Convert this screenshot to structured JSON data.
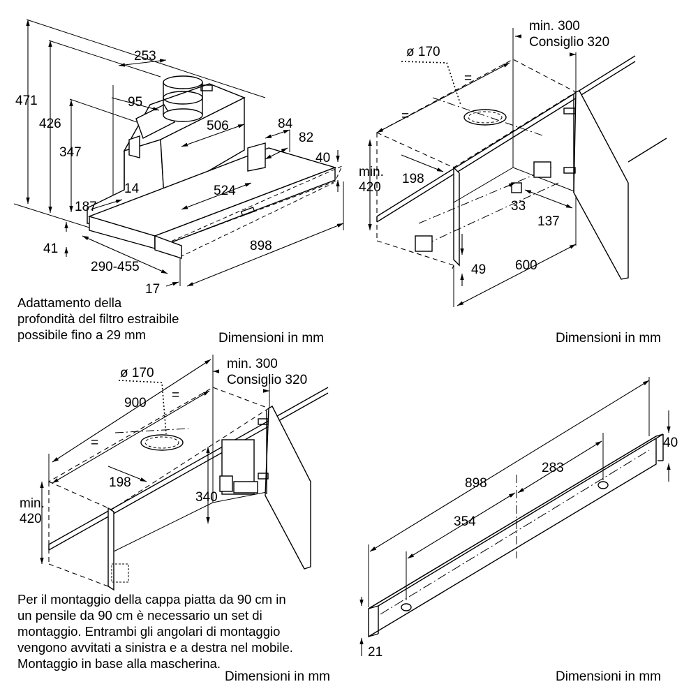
{
  "q1": {
    "dims": {
      "d471": "471",
      "d426": "426",
      "d347": "347",
      "d253": "253",
      "d95": "95",
      "d506": "506",
      "d84": "84",
      "d82": "82",
      "d40": "40",
      "d524": "524",
      "d14": "14",
      "d187": "187",
      "d41": "41",
      "d290": "290-455",
      "d898": "898",
      "d17": "17"
    },
    "note": [
      "Adattamento della",
      "profondità del filtro estraibile",
      "possibile fino a 29 mm"
    ],
    "caption": "Dimensioni in mm"
  },
  "q2": {
    "dims": {
      "dia": "ø 170",
      "min300": "min. 300",
      "cons320": "Consiglio 320",
      "eq1": "=",
      "eq2": "=",
      "d198": "198",
      "min": "min.",
      "d420": "420",
      "d33": "33",
      "d137": "137",
      "d49": "49",
      "d600": "600"
    },
    "caption": "Dimensioni in mm"
  },
  "q3": {
    "dims": {
      "dia": "ø 170",
      "min300": "min. 300",
      "cons320": "Consiglio 320",
      "d900": "900",
      "eq1": "=",
      "eq2": "=",
      "d198": "198",
      "d340": "340",
      "min": "min.",
      "d420": "420"
    },
    "note": [
      "Per il montaggio della cappa piatta da 90 cm in",
      "un pensile da 90 cm è necessario un set di",
      "montaggio. Entrambi gli angolari di montaggio",
      "vengono avvitati a sinistra e a destra nel mobile.",
      "Montaggio in base alla mascherina."
    ],
    "caption": "Dimensioni in mm"
  },
  "q4": {
    "dims": {
      "d40": "40",
      "d283": "283",
      "d898": "898",
      "d354": "354",
      "d21": "21"
    },
    "caption": "Dimensioni in mm"
  }
}
